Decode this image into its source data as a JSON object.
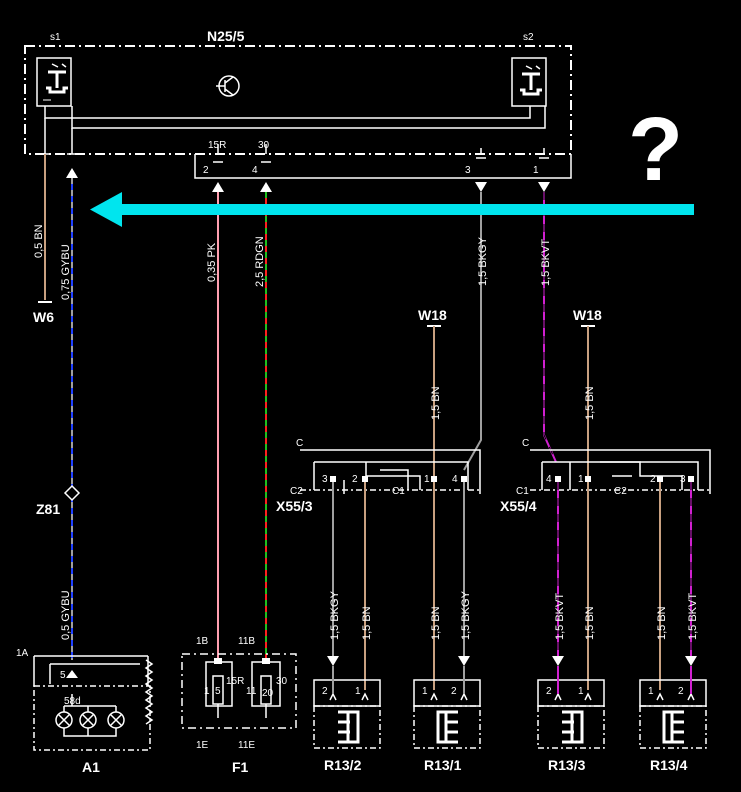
{
  "colors": {
    "background": "#000000",
    "line": "#ffffff",
    "wire_pk": "#ff9fb0",
    "wire_bn": "#c8a080",
    "wire_gy": "#a0a0a0",
    "wire_vt": "#d020d0",
    "wire_rd": "#ff2020",
    "wire_gn": "#20c020",
    "wire_bu": "#2040ff",
    "arrow": "#00e5ee"
  },
  "question_mark": "?",
  "labels": {
    "n25": "N25/5",
    "s1": "s1",
    "s2": "s2",
    "w6": "W6",
    "w18_a": "W18",
    "w18_b": "W18",
    "z81": "Z81",
    "x55_3": "X55/3",
    "x55_4": "X55/4",
    "a1": "A1",
    "f1": "F1",
    "r13_2": "R13/2",
    "r13_1": "R13/1",
    "r13_3": "R13/3",
    "r13_4": "R13/4"
  },
  "pins": {
    "n25_2": "2",
    "n25_15r": "15R",
    "n25_4": "4",
    "n25_30": "30",
    "n25_3": "3",
    "n25_1": "1",
    "x3_c": "C",
    "x3_c2": "C2",
    "x3_c1": "C1",
    "x3_3": "3",
    "x3_2": "2",
    "x3_1": "1",
    "x3_4": "4",
    "x4_c": "C",
    "x4_c1": "C1",
    "x4_c2": "C2",
    "x4_4": "4",
    "x4_1": "1",
    "x4_2": "2",
    "x4_3": "3",
    "a1_1a": "1A",
    "a1_5": "5",
    "a1_58d": "58d",
    "f1_1b": "1B",
    "f1_11b": "11B",
    "f1_1e": "1E",
    "f1_11e": "11E",
    "f1_1": "1",
    "f1_5": "5",
    "f1_15r": "15R",
    "f1_11": "11",
    "f1_20": "20",
    "f1_30": "30",
    "r2_2": "2",
    "r2_1": "1",
    "r1_1": "1",
    "r1_2": "2",
    "r3_2": "2",
    "r3_1": "1",
    "r4_1": "1",
    "r4_2": "2"
  },
  "wires": {
    "w_bn_05": "0,5  BN",
    "w_gybu_075": "0,75  GYBU",
    "w_pk_035": "0,35  PK",
    "w_rdgn_25": "2,5  RDGN",
    "w_bkgy_15_top": "1,5  BKGY",
    "w_bkvt_15_top": "1,5  BKVT",
    "w_bn_15_w18a": "1,5  BN",
    "w_bn_15_w18b": "1,5  BN",
    "w_gybu_05": "0,5  GYBU",
    "b_bkgy_1": "1,5  BKGY",
    "b_bn_1": "1,5  BN",
    "b_bn_2": "1,5  BN",
    "b_bkgy_2": "1,5  BKGY",
    "b_bkvt_1": "1,5  BKVT",
    "b_bn_3": "1,5  BN",
    "b_bn_4": "1,5  BN",
    "b_bkvt_2": "1,5  BKVT"
  }
}
